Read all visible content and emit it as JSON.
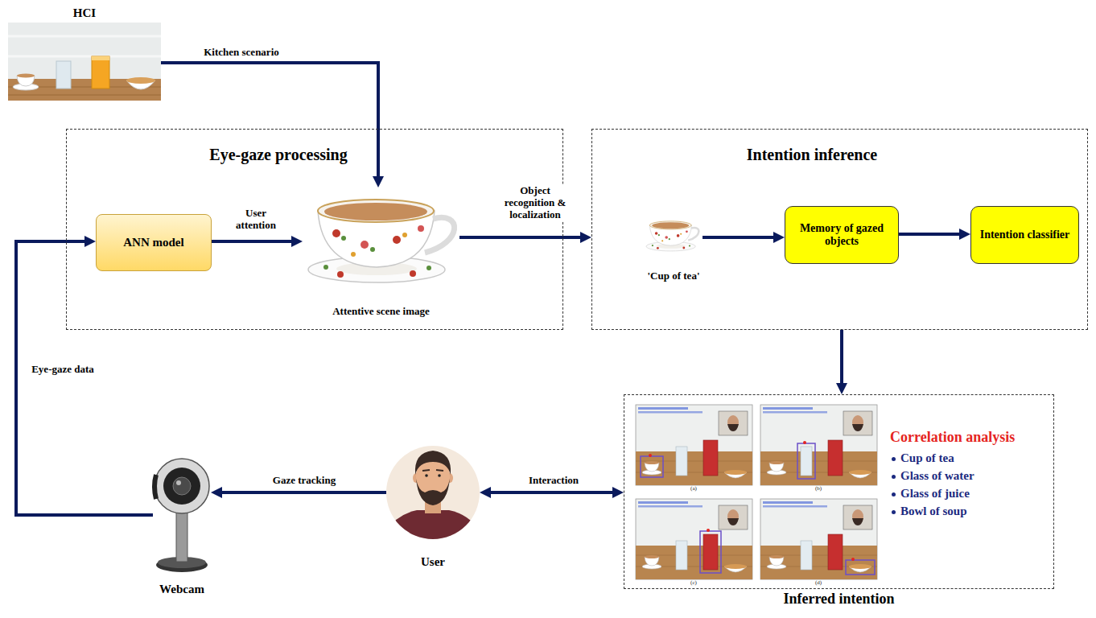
{
  "diagram": {
    "nodes": [
      {
        "text": [
          "Eye-gaze processing"
        ]
      },
      {
        "text": [
          "ANN model"
        ],
        "in": 0
      },
      {
        "text": [
          "Attentive scene image"
        ],
        "in": 0
      },
      {
        "text": [
          "Intention inference"
        ]
      },
      {
        "text": [
          "'Cup of tea'"
        ],
        "in": 3
      },
      {
        "text": [
          "Memory of gazed objects"
        ],
        "in": 3
      },
      {
        "text": [
          "Intention classifier"
        ],
        "in": 3
      },
      {
        "text": [
          "Inferred intention",
          "Correlation analysis",
          "Cup of tea",
          "Glass of water",
          "Glass of juice",
          "Bowl of soup"
        ]
      },
      {
        "text": [
          "HCI"
        ]
      },
      {
        "text": [
          "User"
        ]
      },
      {
        "text": [
          "Webcam"
        ]
      }
    ],
    "edges": [
      {
        "from": 8,
        "to": 2,
        "label": "Kitchen scenario",
        "arrow": "to"
      },
      {
        "from": 1,
        "to": 2,
        "label": "User attention",
        "arrow": "to"
      },
      {
        "from": 2,
        "to": 3,
        "label": "Object recognition & localization",
        "arrow": "to"
      },
      {
        "from": 4,
        "to": 5,
        "arrow": "to"
      },
      {
        "from": 5,
        "to": 6,
        "arrow": "to"
      },
      {
        "from": 3,
        "to": 7,
        "arrow": "to"
      },
      {
        "from": 9,
        "to": 7,
        "label": "Interaction",
        "arrow": "both"
      },
      {
        "from": 9,
        "to": 10,
        "label": "Gaze tracking",
        "arrow": "to"
      },
      {
        "from": 10,
        "to": 1,
        "label": "Eye-gaze data",
        "arrow": "to"
      }
    ],
    "labels": [
      "(a)",
      "(b)",
      "(c)",
      "(d)"
    ]
  }
}
